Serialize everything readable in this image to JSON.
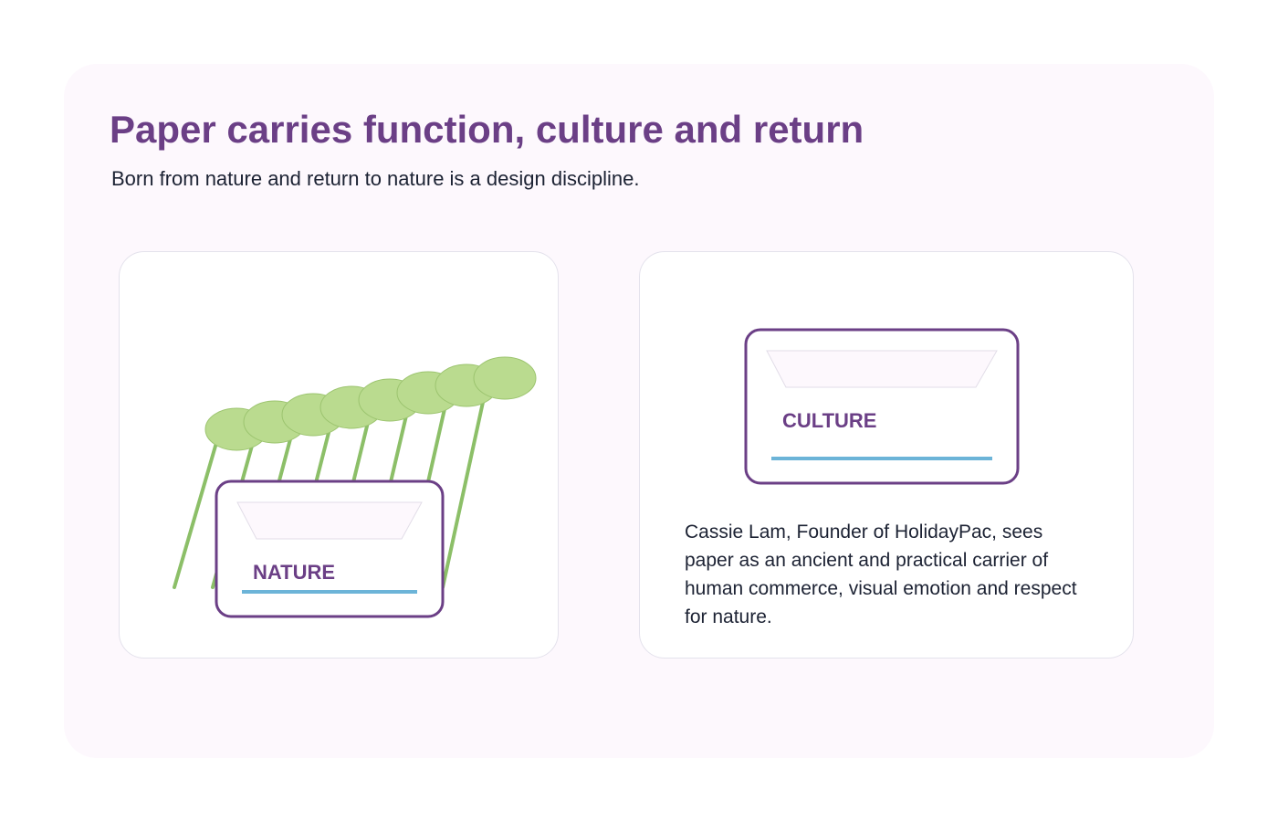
{
  "page": {
    "title": "Paper carries function, culture and return",
    "subtitle": "Born from nature and return to nature is a design discipline."
  },
  "nature_card": {
    "box_label": "NATURE",
    "leaf_count": 8
  },
  "culture_card": {
    "box_label": "CULTURE",
    "quote": "Cassie Lam, Founder of HolidayPac, sees paper as an ancient and practical carrier of human commerce, visual emotion and respect for nature."
  },
  "colors": {
    "accent_purple": "#6b3f86",
    "leaf_fill": "#badb8f",
    "stem_green": "#8cbf68",
    "underline_blue": "#6cb4d8",
    "panel_bg": "#fdf8fd",
    "text_dark": "#1c2233"
  }
}
